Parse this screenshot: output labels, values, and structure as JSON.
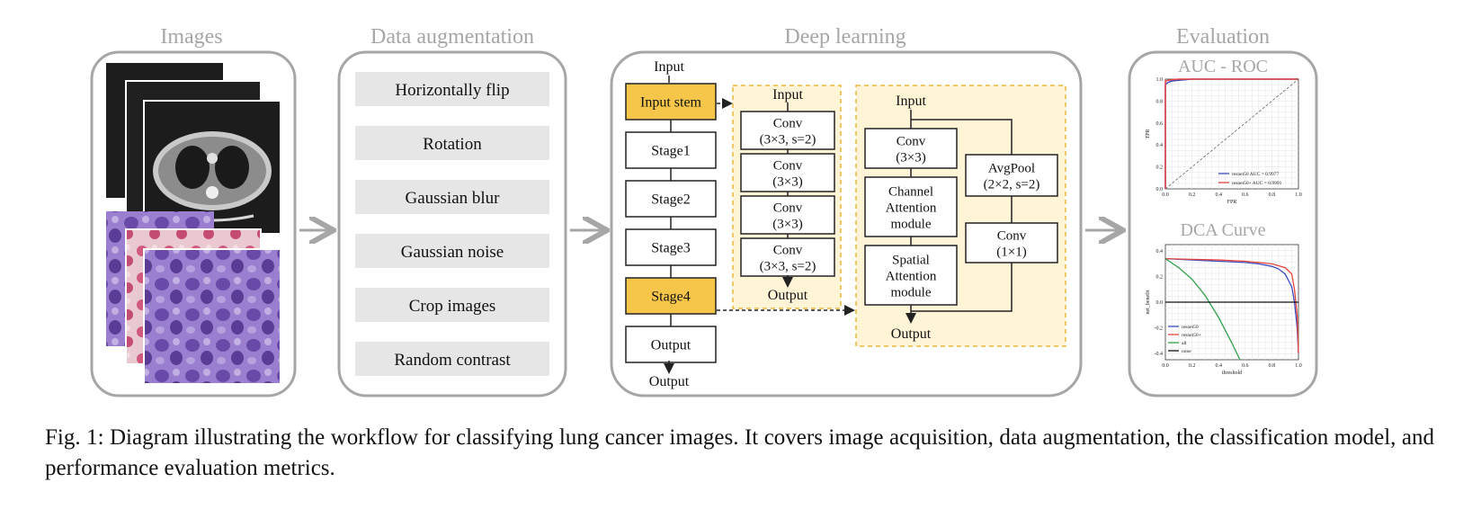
{
  "sections": {
    "images": "Images",
    "augmentation": "Data augmentation",
    "deep_learning": "Deep learning",
    "evaluation": "Evaluation"
  },
  "augmentations": [
    "Horizontally flip",
    "Rotation",
    "Gaussian blur",
    "Gaussian noise",
    "Crop images",
    "Random contrast"
  ],
  "backbone": {
    "input": "Input",
    "output": "Output",
    "blocks": [
      "Input stem",
      "Stage1",
      "Stage2",
      "Stage3",
      "Stage4",
      "Output"
    ]
  },
  "stem_detail": {
    "input": "Input",
    "output": "Output",
    "convs": [
      [
        "Conv",
        "(3×3, s=2)"
      ],
      [
        "Conv",
        "(3×3)"
      ],
      [
        "Conv",
        "(3×3)"
      ],
      [
        "Conv",
        "(3×3, s=2)"
      ]
    ]
  },
  "stage_detail": {
    "input": "Input",
    "output": "Output",
    "left": [
      [
        "Conv",
        "(3×3)"
      ],
      [
        "Channel",
        "Attention",
        "module"
      ],
      [
        "Spatial",
        "Attention",
        "module"
      ]
    ],
    "right": [
      [
        "AvgPool",
        "(2×2, s=2)"
      ],
      [
        "Conv",
        "(1×1)"
      ]
    ]
  },
  "roc_chart": {
    "title": "AUC - ROC",
    "xlabel": "FPR",
    "ylabel": "TPR",
    "xticks": [
      "0.0",
      "0.2",
      "0.4",
      "0.6",
      "0.8",
      "1.0"
    ],
    "yticks": [
      "0.0",
      "0.2",
      "0.4",
      "0.6",
      "0.8",
      "1.0"
    ],
    "legend": [
      "resnet50 AUC = 0.9977",
      "resnet50+ AUC = 0.9991"
    ],
    "colors": {
      "resnet50": "#3b4cc0",
      "resnet50+": "#e8453c"
    }
  },
  "dca_chart": {
    "title": "DCA Curve",
    "xlabel": "threshold",
    "ylabel": "net_benefit",
    "xticks": [
      "0.0",
      "0.2",
      "0.4",
      "0.6",
      "0.8",
      "1.0"
    ],
    "yticks": [
      "0.4",
      "0.2",
      "0.0",
      "-0.2",
      "-0.4"
    ],
    "legend": [
      "resnet50",
      "resnet50+",
      "all",
      "none"
    ],
    "colors": {
      "resnet50": "#3b4cc0",
      "resnet50+": "#e8453c",
      "all": "#2e9e46",
      "none": "#111111"
    }
  },
  "chart_data": [
    {
      "type": "line",
      "title": "AUC - ROC",
      "xlabel": "FPR",
      "ylabel": "TPR",
      "xlim": [
        0,
        1
      ],
      "ylim": [
        0,
        1
      ],
      "series": [
        {
          "name": "resnet50 AUC = 0.9977",
          "x": [
            0,
            0.0,
            0.02,
            0.04,
            0.06,
            0.1,
            0.2,
            0.5,
            1.0
          ],
          "y": [
            0,
            0.95,
            0.97,
            0.98,
            0.985,
            0.99,
            1.0,
            1.0,
            1.0
          ]
        },
        {
          "name": "resnet50+ AUC = 0.9991",
          "x": [
            0,
            0.0,
            0.02,
            0.05,
            0.1,
            0.3,
            1.0
          ],
          "y": [
            0,
            0.98,
            0.99,
            0.995,
            1.0,
            1.0,
            1.0
          ]
        }
      ]
    },
    {
      "type": "line",
      "title": "DCA Curve",
      "xlabel": "threshold",
      "ylabel": "net_benefit",
      "xlim": [
        0,
        1
      ],
      "ylim": [
        -0.45,
        0.45
      ],
      "series": [
        {
          "name": "resnet50",
          "x": [
            0,
            0.2,
            0.4,
            0.6,
            0.7,
            0.8,
            0.85,
            0.9,
            0.95,
            0.97,
            0.99,
            1.0
          ],
          "y": [
            0.34,
            0.33,
            0.32,
            0.31,
            0.3,
            0.28,
            0.26,
            0.22,
            0.12,
            0.0,
            -0.2,
            -0.4
          ]
        },
        {
          "name": "resnet50+",
          "x": [
            0,
            0.2,
            0.4,
            0.6,
            0.7,
            0.8,
            0.9,
            0.95,
            0.97,
            0.99,
            1.0
          ],
          "y": [
            0.34,
            0.335,
            0.33,
            0.32,
            0.31,
            0.3,
            0.27,
            0.22,
            0.1,
            -0.1,
            -0.4
          ]
        },
        {
          "name": "all",
          "x": [
            0,
            0.1,
            0.2,
            0.3,
            0.4,
            0.5,
            0.56
          ],
          "y": [
            0.34,
            0.27,
            0.18,
            0.05,
            -0.12,
            -0.32,
            -0.45
          ]
        },
        {
          "name": "none",
          "x": [
            0,
            1
          ],
          "y": [
            0,
            0
          ]
        }
      ]
    }
  ],
  "caption": "Fig. 1: Diagram illustrating the workflow for classifying lung cancer images. It covers image acquisition, data augmentation, the classification model, and performance evaluation metrics."
}
